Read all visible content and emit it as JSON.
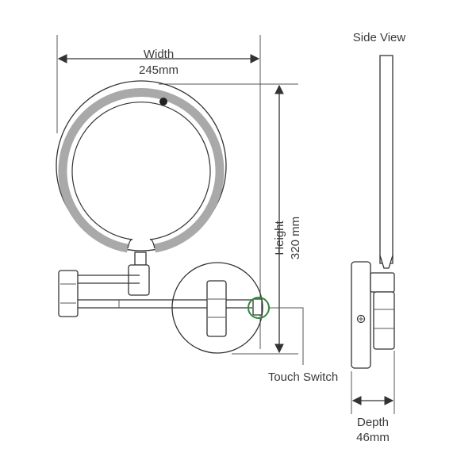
{
  "labels": {
    "width_title": "Width",
    "width_value": "245mm",
    "height_title": "Height",
    "height_value": "320 mm",
    "side_view": "Side View",
    "touch_switch": "Touch Switch",
    "depth_title": "Depth",
    "depth_value": "46mm"
  },
  "colors": {
    "line": "#333333",
    "led_ring": "#a9a9a9",
    "highlight": "#2e8b3a"
  }
}
